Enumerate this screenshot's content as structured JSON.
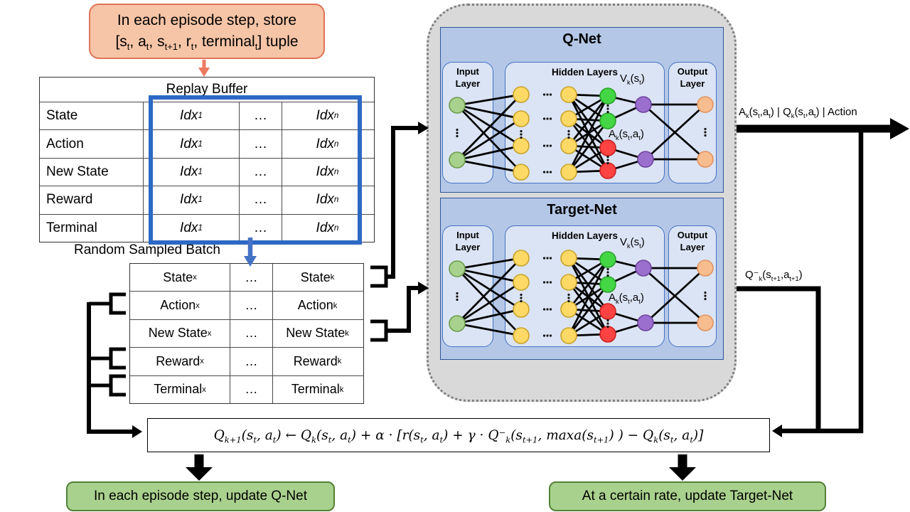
{
  "store_box": {
    "line1": "In each episode step, store",
    "line2": "[s~t~, a~t~, s~t+1~, r~t~, terminal~t~] tuple"
  },
  "replay_table": {
    "title": "Replay Buffer",
    "rows": [
      {
        "label": "State",
        "cells": [
          "Idx~1~",
          "…",
          "Idx~n~"
        ]
      },
      {
        "label": "Action",
        "cells": [
          "Idx~1~",
          "…",
          "Idx~n~"
        ]
      },
      {
        "label": "New State",
        "cells": [
          "Idx~1~",
          "…",
          "Idx~n~"
        ]
      },
      {
        "label": "Reward",
        "cells": [
          "Idx~1~",
          "…",
          "Idx~n~"
        ]
      },
      {
        "label": "Terminal",
        "cells": [
          "Idx~1~",
          "…",
          "Idx~n~"
        ]
      }
    ]
  },
  "batch": {
    "caption": "Random Sampled Batch",
    "rows": [
      {
        "cells": [
          "State~x~",
          "…",
          "State~k~"
        ]
      },
      {
        "cells": [
          "Action~x~",
          "…",
          "Action~k~"
        ]
      },
      {
        "cells": [
          "New State~x~",
          "…",
          "New State~k~"
        ]
      },
      {
        "cells": [
          "Reward~x~",
          "…",
          "Reward~k~"
        ]
      },
      {
        "cells": [
          "Terminal~x~",
          "…",
          "Terminal~k~"
        ]
      }
    ]
  },
  "nets": {
    "qnet": {
      "title": "Q-Net"
    },
    "target": {
      "title": "Target-Net"
    },
    "input_label": "Input Layer",
    "hidden_label": "Hidden Layers",
    "output_label": "Output Layer",
    "v_label": "V~k~(s~t~)",
    "a_label": "A~k~(s~t~,a~t~)"
  },
  "flows": {
    "q_output_label": "A~k~(s~t~,a~t~)  |  Q~k~(s~t~,a~t~)  |  Action",
    "target_output_label": "Q⁻~k~(s~t+1~,a~t+1~)"
  },
  "formula": "Q~k+1~(s~t~, a~t~) ← Q~k~(s~t~, a~t~) +  α · [r(s~t~, a~t~) + γ · Q⁻~k~(s~t+1~, maxa(s~t+1~) ) − Q~k~(s~t~, a~t~)]",
  "notes": {
    "qnet": "In each episode step, update Q-Net",
    "target": "At a certain rate, update Target-Net"
  },
  "colors": {
    "store_fill": "#f6c4a6",
    "store_border": "#e0745a",
    "store_arrow": "#ec7a60",
    "highlight_rect": "#2d68c4",
    "sample_arrow": "#4472c4",
    "grey_fill": "#d9d9d9",
    "grey_border": "#7f7f7f",
    "net_fill": "#b4c7e7",
    "net_border": "#2f5597",
    "layer_fill": "#dbe4f4",
    "layer_border": "#4472c4",
    "note_fill": "#a9d18e",
    "note_border": "#538135",
    "nodes": {
      "input_green": {
        "fill": "#a9d18e",
        "stroke": "#6a9c48"
      },
      "hidden_yellow": {
        "fill": "#ffd966",
        "stroke": "#c9a227"
      },
      "value_green": {
        "fill": "#44d644",
        "stroke": "#26a426"
      },
      "advantage_red": {
        "fill": "#ff4343",
        "stroke": "#cc1f1f"
      },
      "aggregate_purple": {
        "fill": "#9b6fce",
        "stroke": "#6f42a0"
      },
      "output_orange": {
        "fill": "#f8bd8f",
        "stroke": "#e2925e"
      }
    },
    "connector": "#000000"
  }
}
